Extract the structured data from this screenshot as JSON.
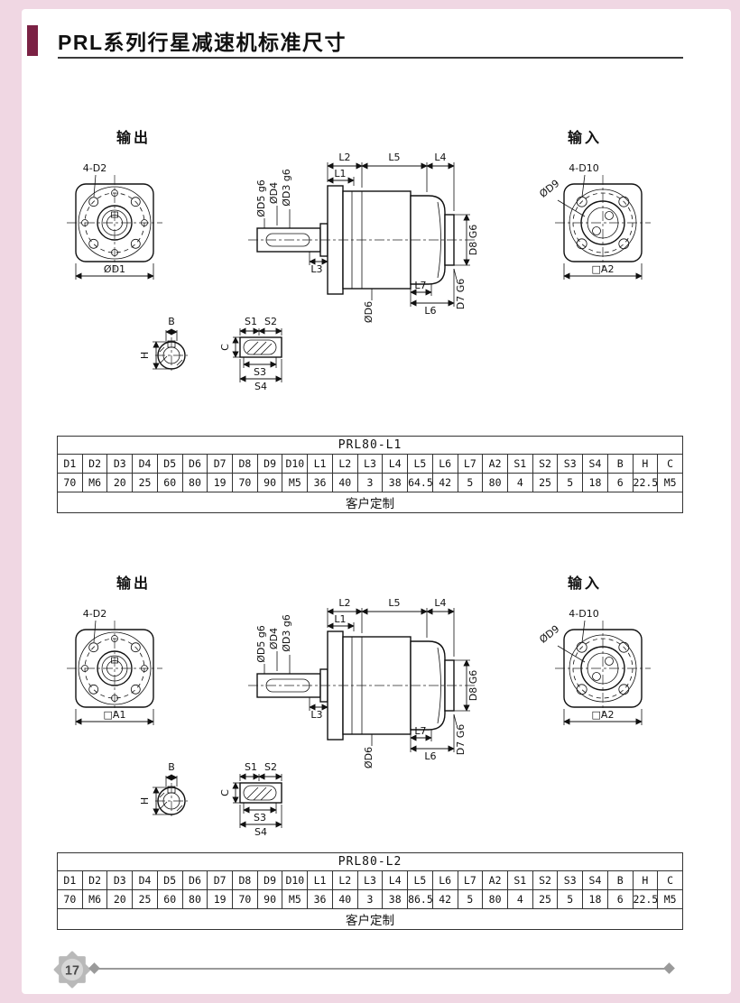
{
  "page": {
    "title": "PRL系列行星减速机标准尺寸",
    "page_number": "17"
  },
  "drawing": {
    "output_label": "输出",
    "input_label": "输入",
    "front_bolt": "4-D2",
    "front_dims": [
      "ØD1",
      "□A1"
    ],
    "rear_bolt": "4-D10",
    "d9": "ØD9",
    "rear_dim": "□A2",
    "l1": "L1",
    "l2": "L2",
    "l3": "L3",
    "l4": "L4",
    "l5": "L5",
    "l6": "L6",
    "l7": "L7",
    "d3": "ØD3 g6",
    "d4": "ØD4",
    "d5": "ØD5 g6",
    "d6": "ØD6",
    "d7": "D7 G6",
    "d8": "D8 G6",
    "b": "B",
    "h": "H",
    "c": "C",
    "s1": "S1",
    "s2": "S2",
    "s3": "S3",
    "s4": "S4"
  },
  "tables": [
    {
      "title": "PRL80-L1",
      "headers": [
        "D1",
        "D2",
        "D3",
        "D4",
        "D5",
        "D6",
        "D7",
        "D8",
        "D9",
        "D10",
        "L1",
        "L2",
        "L3",
        "L4",
        "L5",
        "L6",
        "L7",
        "A2",
        "S1",
        "S2",
        "S3",
        "S4",
        "B",
        "H",
        "C"
      ],
      "values": [
        "70",
        "M6",
        "20",
        "25",
        "60",
        "80",
        "19",
        "70",
        "90",
        "M5",
        "36",
        "40",
        "3",
        "38",
        "64.5",
        "42",
        "5",
        "80",
        "4",
        "25",
        "5",
        "18",
        "6",
        "22.5",
        "M5"
      ],
      "footer": "客户定制"
    },
    {
      "title": "PRL80-L2",
      "headers": [
        "D1",
        "D2",
        "D3",
        "D4",
        "D5",
        "D6",
        "D7",
        "D8",
        "D9",
        "D10",
        "L1",
        "L2",
        "L3",
        "L4",
        "L5",
        "L6",
        "L7",
        "A2",
        "S1",
        "S2",
        "S3",
        "S4",
        "B",
        "H",
        "C"
      ],
      "values": [
        "70",
        "M6",
        "20",
        "25",
        "60",
        "80",
        "19",
        "70",
        "90",
        "M5",
        "36",
        "40",
        "3",
        "38",
        "86.5",
        "42",
        "5",
        "80",
        "4",
        "25",
        "5",
        "18",
        "6",
        "22.5",
        "M5"
      ],
      "footer": "客户定制"
    }
  ]
}
